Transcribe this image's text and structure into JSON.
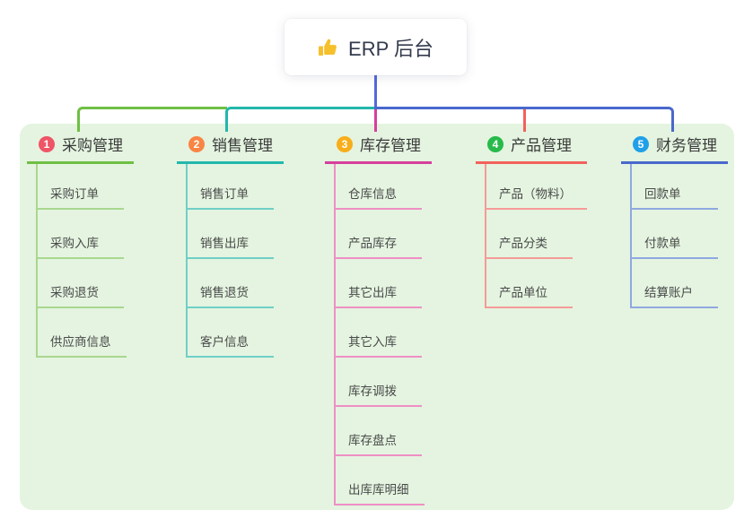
{
  "root": {
    "label": "ERP 后台",
    "icon": "thumbs-up-icon"
  },
  "colors": {
    "panel_bg": "#e4f4e0",
    "root_line": "#5468dd",
    "card_text": "#333a4d",
    "b1_badge": "#ee5566",
    "b1_line": "#6fbf44",
    "b1_child": "#a9d78f",
    "b2_badge": "#f98544",
    "b2_line": "#22b8ab",
    "b2_child": "#6fcfc6",
    "b3_badge": "#f8ae1a",
    "b3_line": "#d63f9b",
    "b3_child": "#ef8fc4",
    "b4_badge": "#27ba4a",
    "b4_line": "#f2615c",
    "b4_child": "#f59b98",
    "b5_badge": "#20a0e8",
    "b5_line": "#4a68cc",
    "b5_child": "#8fa8e0"
  },
  "branches": [
    {
      "num": "1",
      "title": "采购管理",
      "children": [
        "采购订单",
        "采购入库",
        "采购退货",
        "供应商信息"
      ]
    },
    {
      "num": "2",
      "title": "销售管理",
      "children": [
        "销售订单",
        "销售出库",
        "销售退货",
        "客户信息"
      ]
    },
    {
      "num": "3",
      "title": "库存管理",
      "children": [
        "仓库信息",
        "产品库存",
        "其它出库",
        "其它入库",
        "库存调拨",
        "库存盘点",
        "出库库明细"
      ]
    },
    {
      "num": "4",
      "title": "产品管理",
      "children": [
        "产品（物料）",
        "产品分类",
        "产品单位"
      ]
    },
    {
      "num": "5",
      "title": "财务管理",
      "children": [
        "回款单",
        "付款单",
        "结算账户"
      ]
    }
  ]
}
